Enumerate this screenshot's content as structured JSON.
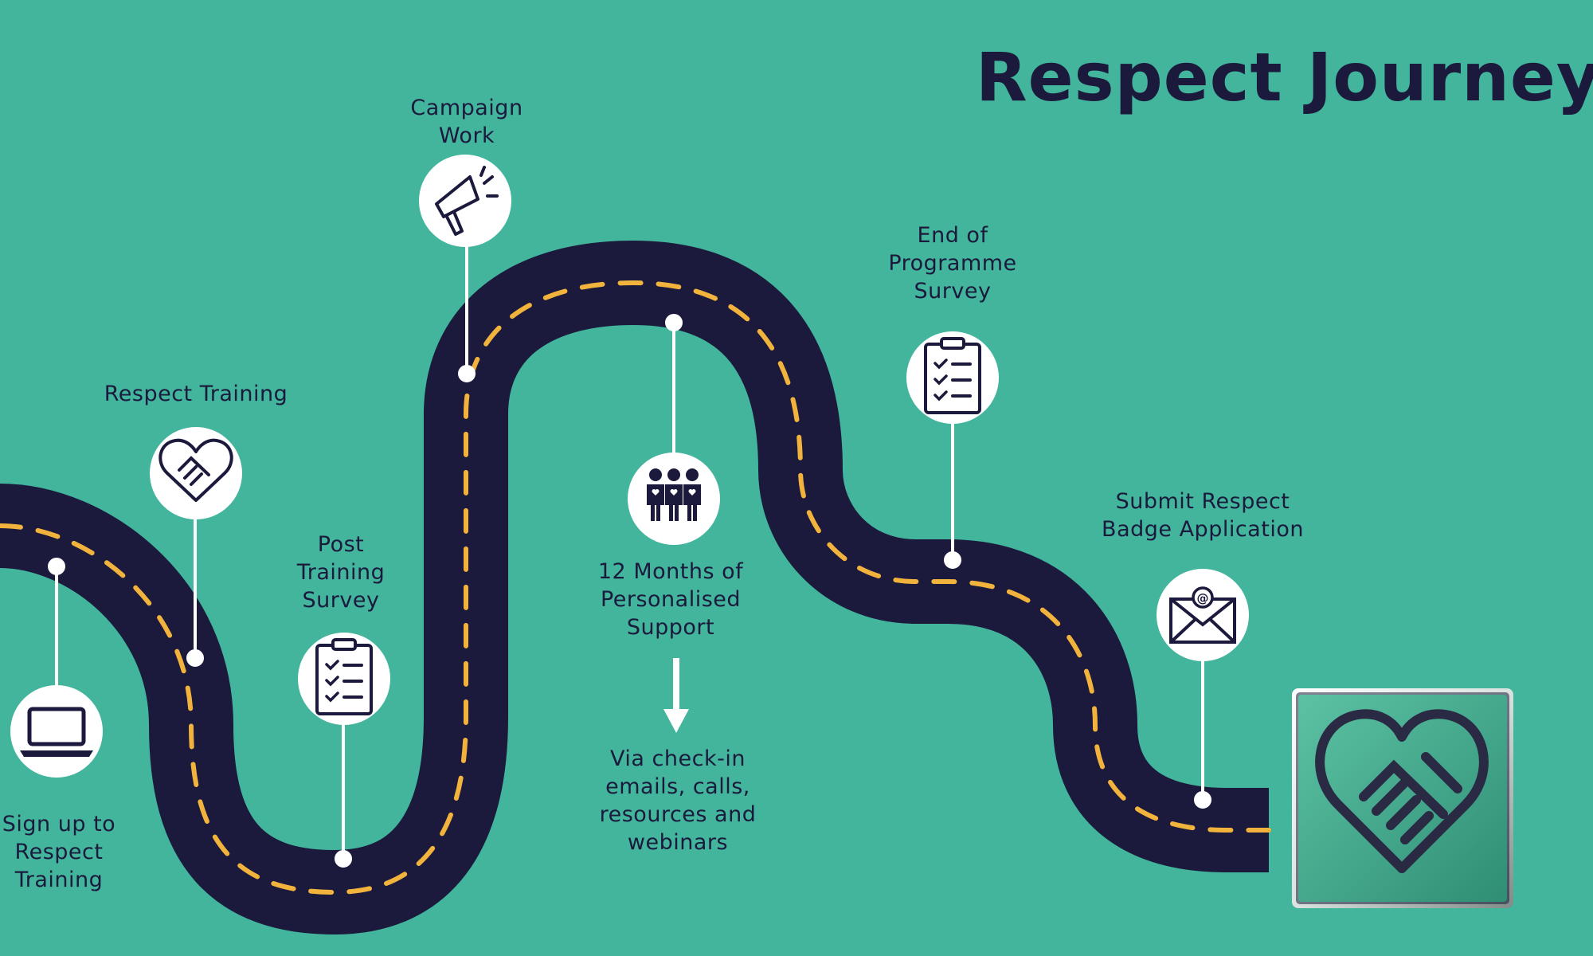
{
  "title": "Respect Journey",
  "steps": [
    {
      "label": "Sign up to\nRespect\nTraining",
      "icon": "laptop-icon"
    },
    {
      "label": "Respect Training",
      "icon": "handshake-heart-icon"
    },
    {
      "label": "Post\nTraining\nSurvey",
      "icon": "clipboard-checklist-icon"
    },
    {
      "label": "Campaign\nWork",
      "icon": "megaphone-icon"
    },
    {
      "label": "12 Months of\nPersonalised\nSupport",
      "icon": "people-group-icon"
    },
    {
      "label": "End of\nProgramme\nSurvey",
      "icon": "clipboard-checklist-icon"
    },
    {
      "label": "Submit Respect\nBadge Application",
      "icon": "email-at-icon"
    }
  ],
  "support_detail": "Via check-in\nemails, calls,\nresources and\nwebinars",
  "badge": {
    "icon": "respect-badge-icon"
  },
  "colors": {
    "background": "#42b59c",
    "road": "#1b1a3d",
    "dashes": "#f2b33d",
    "text": "#1b1a3d",
    "marker": "#ffffff"
  }
}
